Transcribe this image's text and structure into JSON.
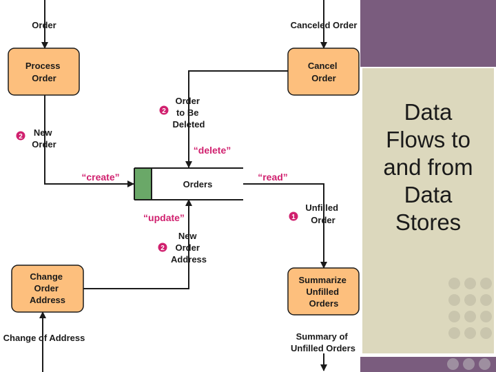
{
  "processes": {
    "process_order": [
      "Process",
      "Order"
    ],
    "cancel_order": [
      "Cancel",
      "Order"
    ],
    "change_address": [
      "Change",
      "Order",
      "Address"
    ],
    "summarize": [
      "Summarize",
      "Unfilled",
      "Orders"
    ]
  },
  "data_store": {
    "label": "Orders"
  },
  "flows": {
    "order_in": [
      "Order"
    ],
    "canceled_order_in": [
      "Canceled Order"
    ],
    "new_order": [
      "New",
      "Order"
    ],
    "order_to_delete": [
      "Order",
      "to Be",
      "Deleted"
    ],
    "unfilled_order": [
      "Unfilled",
      "Order"
    ],
    "new_order_address": [
      "New",
      "Order",
      "Address"
    ],
    "change_of_address": [
      "Change of Address"
    ],
    "summary_out": [
      "Summary of",
      "Unfilled Orders"
    ]
  },
  "operations": {
    "create": "“create”",
    "delete": "“delete”",
    "read": "“read”",
    "update": "“update”"
  },
  "badges": {
    "new_order": "2",
    "order_to_delete": "2",
    "unfilled_order": "1",
    "new_order_address": "2"
  },
  "slide_title": "Data\nFlows to\nand from\nData\nStores",
  "colors": {
    "process_fill": "#fdbf7d",
    "store_accent": "#6aa868",
    "operation_text": "#d0206e",
    "badge": "#d0206e",
    "side_purple": "#7a5c7e",
    "side_panel": "#dcd8bd"
  }
}
